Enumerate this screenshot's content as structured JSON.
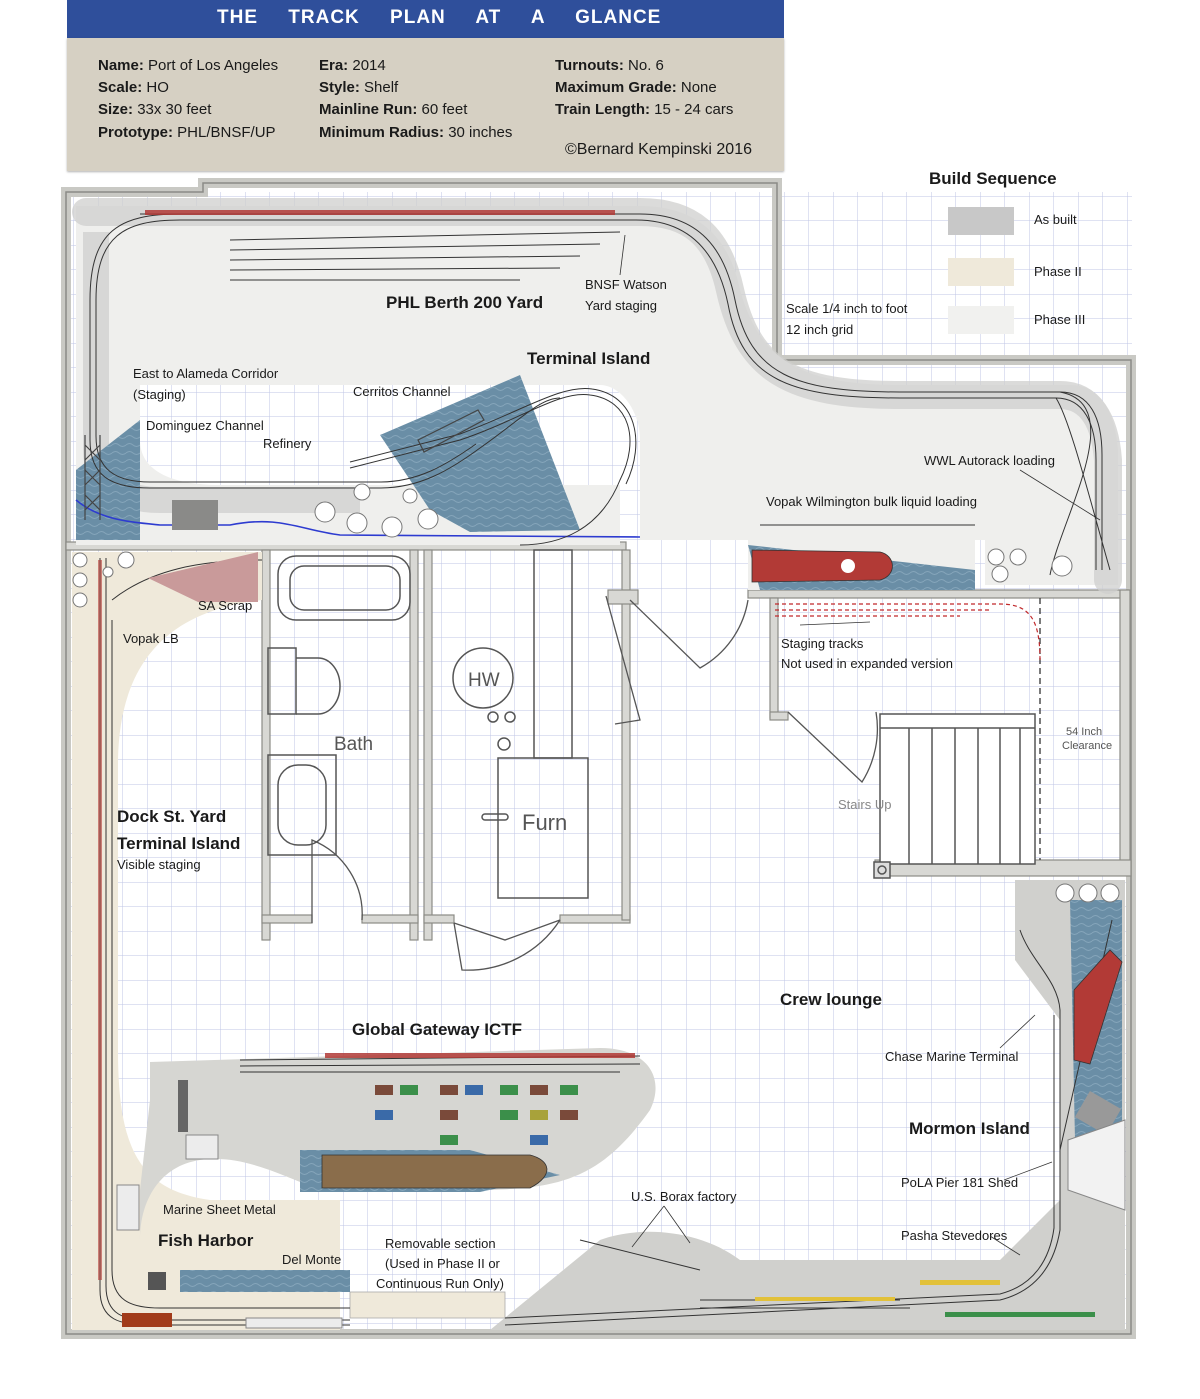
{
  "header": {
    "title": "THE TRACK PLAN AT A GLANCE"
  },
  "specs": {
    "name": {
      "label": "Name:",
      "value": "Port of Los Angeles"
    },
    "scale": {
      "label": "Scale:",
      "value": "HO"
    },
    "size": {
      "label": "Size:",
      "value": "33x 30 feet"
    },
    "prototype": {
      "label": "Prototype:",
      "value": "PHL/BNSF/UP"
    },
    "era": {
      "label": "Era:",
      "value": "2014"
    },
    "style": {
      "label": "Style:",
      "value": "Shelf"
    },
    "mainline_run": {
      "label": "Mainline Run:",
      "value": "60 feet"
    },
    "minimum_radius": {
      "label": "Minimum Radius:",
      "value": "30 inches"
    },
    "turnouts": {
      "label": "Turnouts:",
      "value": "No. 6"
    },
    "maximum_grade": {
      "label": "Maximum Grade:",
      "value": "None"
    },
    "train_length": {
      "label": "Train Length:",
      "value": "15 - 24 cars"
    },
    "copyright": "©Bernard Kempinski 2016"
  },
  "legend": {
    "title": "Build Sequence",
    "items": [
      {
        "label": "As built",
        "color": "#c8c8c8"
      },
      {
        "label": "Phase II",
        "color": "#efe9da"
      },
      {
        "label": "Phase III",
        "color": "#f1f1ef"
      }
    ]
  },
  "labels": {
    "scale_note_1": "Scale 1/4 inch to foot",
    "scale_note_2": "12 inch grid",
    "phl_yard": "PHL Berth 200 Yard",
    "bnsf_1": "BNSF Watson",
    "bnsf_2": "Yard staging",
    "terminal_island_top": "Terminal Island",
    "east_alameda_1": "East to Alameda Corridor",
    "east_alameda_2": "(Staging)",
    "cerritos": "Cerritos Channel",
    "dominguez": "Dominguez Channel",
    "refinery": "Refinery",
    "wwl": "WWL Autorack loading",
    "vopak_wilmington": "Vopak Wilmington bulk liquid loading",
    "sa_scrap": "SA Scrap",
    "vopak_lb": "Vopak LB",
    "staging_1": "Staging tracks",
    "staging_2": "Not used in expanded version",
    "hw": "HW",
    "bath": "Bath",
    "furn": "Furn",
    "clearance_1": "54 Inch",
    "clearance_2": "Clearance",
    "stairs": "Stairs Up",
    "dock_1": "Dock St. Yard",
    "dock_2": "Terminal Island",
    "dock_3": "Visible staging",
    "crew": "Crew lounge",
    "global_gateway": "Global Gateway ICTF",
    "chase": "Chase Marine Terminal",
    "mormon": "Mormon Island",
    "pier181": "PoLA Pier 181 Shed",
    "pasha": "Pasha Stevedores",
    "borax": "U.S.  Borax factory",
    "marine_sheet": "Marine Sheet Metal",
    "fish_harbor": "Fish Harbor",
    "del_monte": "Del Monte",
    "removable_1": "Removable section",
    "removable_2": "(Used in Phase II or",
    "removable_3": "Continuous Run Only)"
  },
  "colors": {
    "wall": "#c9c9c4",
    "grid": "#bfc6e6",
    "water": "#6a8ea6",
    "benchwork": "#d4d4d0",
    "ship_red": "#b23a36"
  }
}
